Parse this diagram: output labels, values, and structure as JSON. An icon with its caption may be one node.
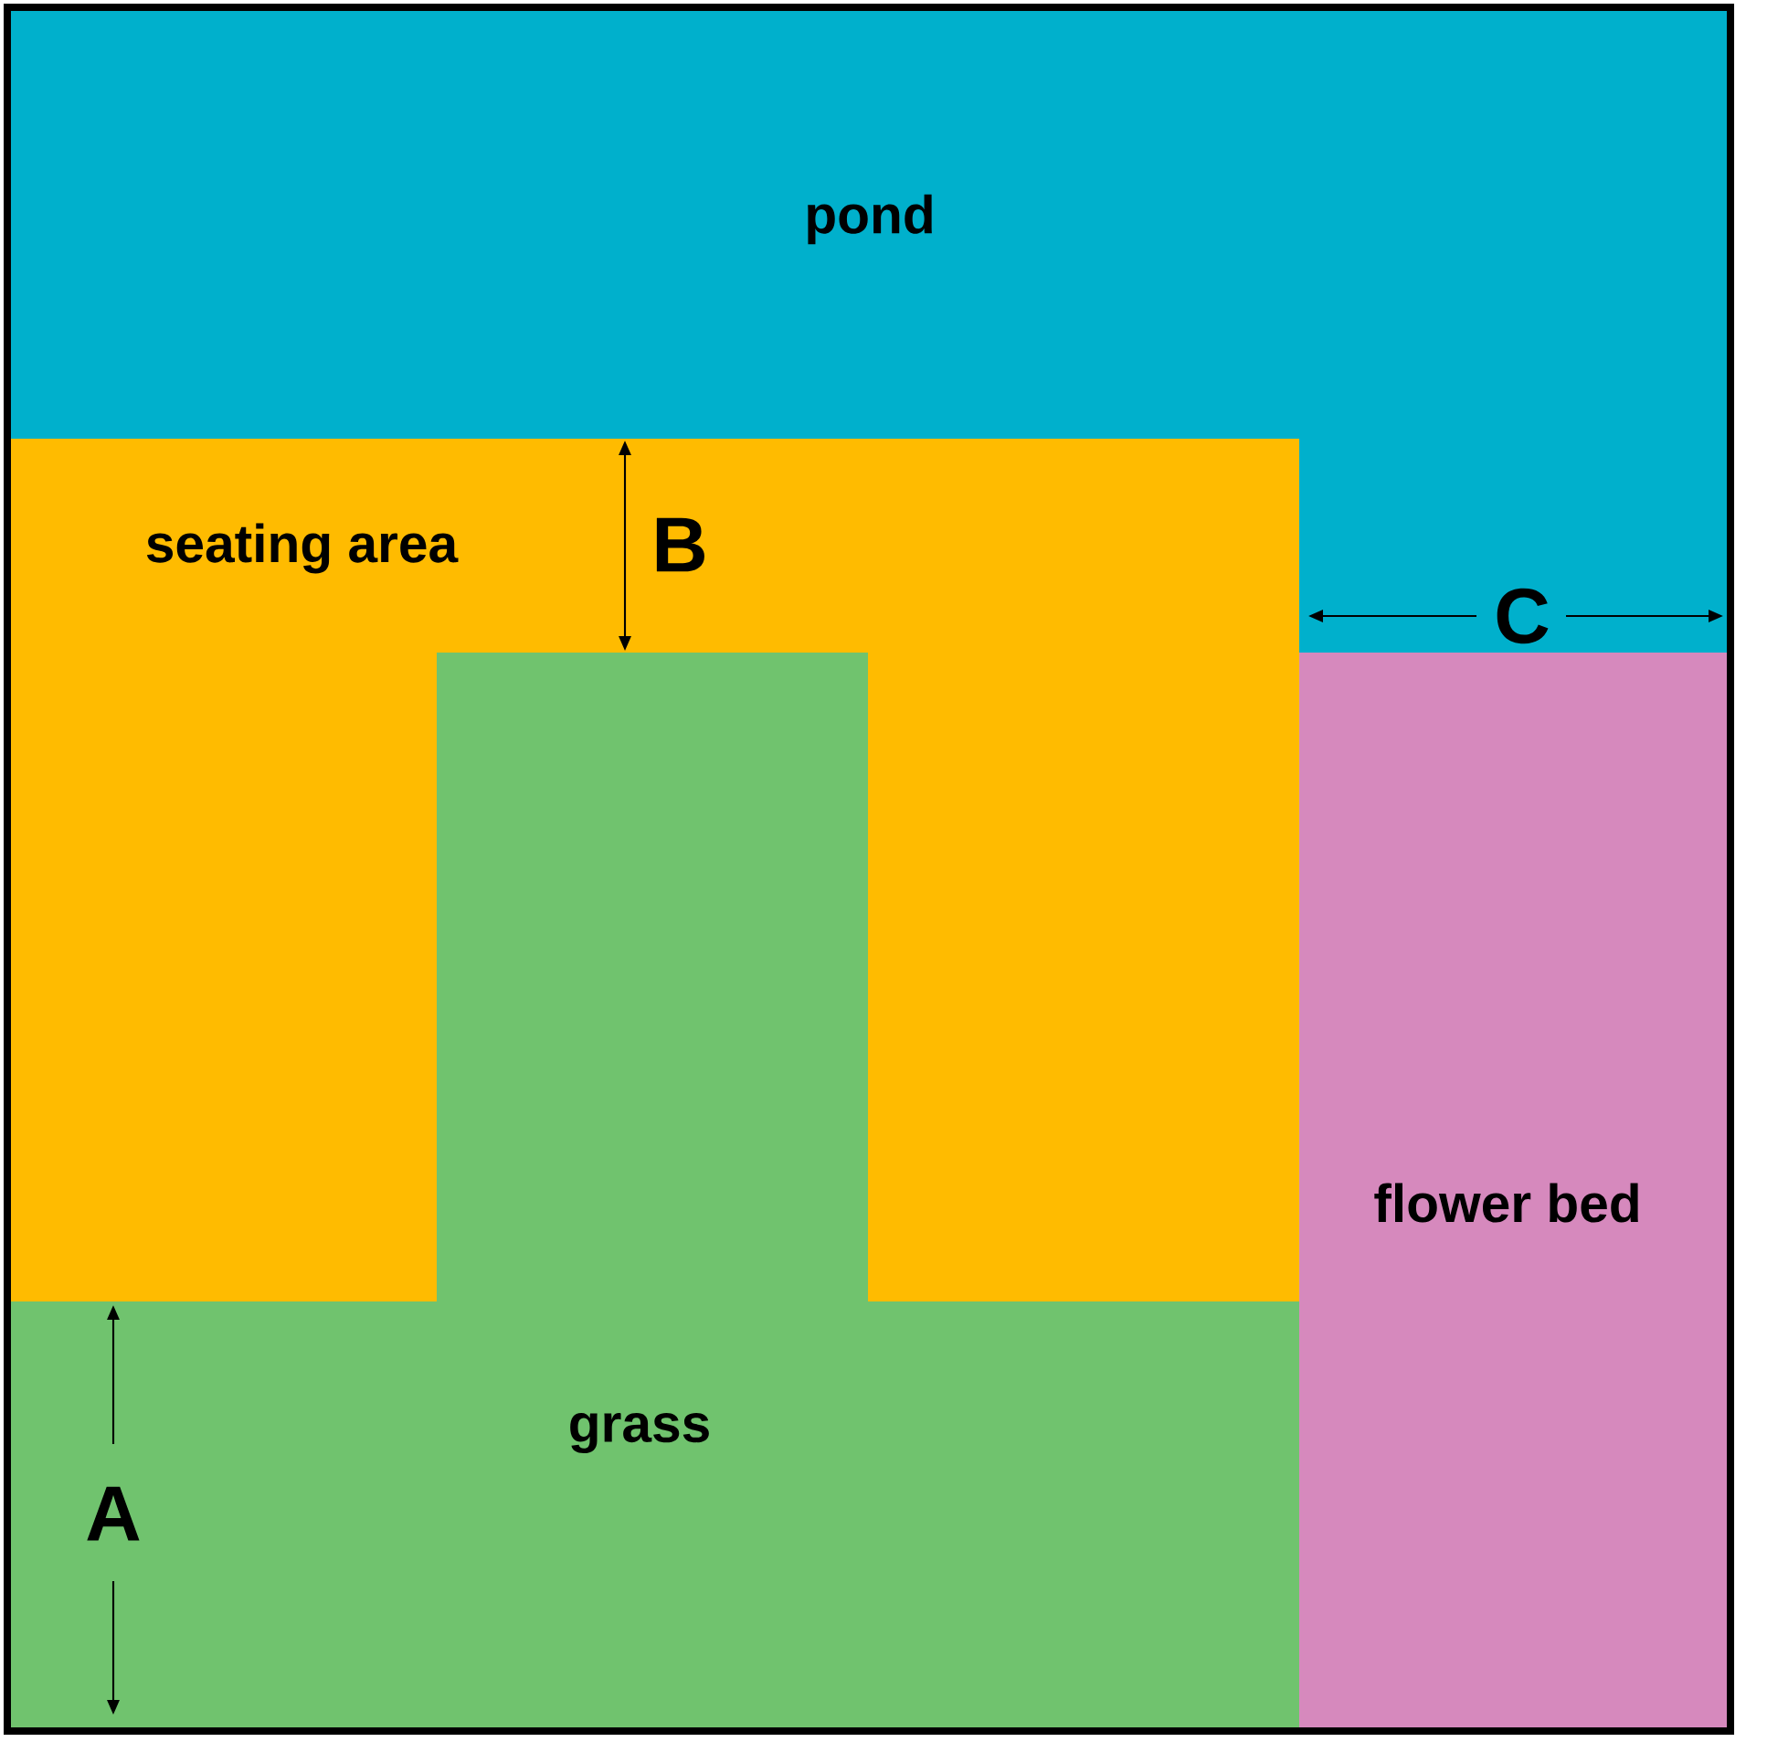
{
  "diagram": {
    "nodes": [
      {
        "text": [
          "pond"
        ]
      },
      {
        "text": [
          "seating area"
        ]
      },
      {
        "text": [
          "grass"
        ]
      },
      {
        "text": [
          "flower bed"
        ]
      }
    ],
    "labels": [
      "B",
      "C",
      "A"
    ]
  }
}
